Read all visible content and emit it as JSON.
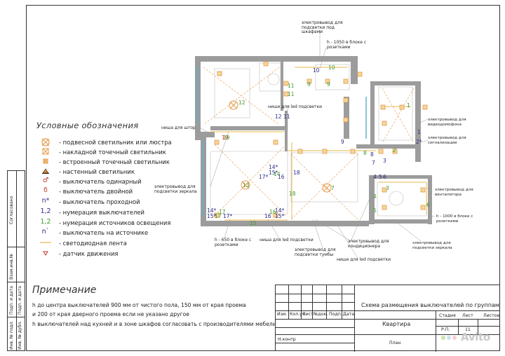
{
  "sidebar": {
    "agreed": "Согласовано",
    "cols": [
      "Инв. № подл.",
      "Подп. и дата",
      "Взам.инв.№",
      "Инв. № дубл.",
      "Подп. и дата"
    ]
  },
  "legend": {
    "title": "Условные обозначения",
    "items": [
      {
        "symbol": "pendant-icon",
        "text": "- подвесной светильник или люстра"
      },
      {
        "symbol": "surface-spot-icon",
        "text": "- накладной точечный светильник"
      },
      {
        "symbol": "recessed-spot-icon",
        "text": "- встроенный точечный светильник"
      },
      {
        "symbol": "wall-light-icon",
        "text": "- настенный светильник"
      },
      {
        "symbol": "single-switch-icon",
        "text": "- выключатель одинарный"
      },
      {
        "symbol": "double-switch-icon",
        "text": "- выключатель двойной"
      },
      {
        "symbol": "pass-switch-icon",
        "glyph": "n*",
        "text": "- выключатель проходной"
      },
      {
        "symbol": "switch-numbering",
        "glyph": "1,2",
        "color": "#2c2c8a",
        "text": "- нумерация выключателей"
      },
      {
        "symbol": "source-numbering",
        "glyph": "1,2",
        "color": "#3c9a2a",
        "text": "- нумерация источников освещения"
      },
      {
        "symbol": "source-switch-icon",
        "glyph": "n`",
        "text": "- выключатель на источнике"
      },
      {
        "symbol": "led-strip-icon",
        "text": "- светодиодная лента"
      },
      {
        "symbol": "motion-sensor-icon",
        "text": "- датчик движения"
      }
    ]
  },
  "notes": {
    "title": "Примечание",
    "lines": [
      "h до центра выключателей 900 мм от чистого пола, 150 мм от края проема",
      "и 200 от края дверного проема если не указано другое",
      "h выключателей над кухней и в зоне шкафов согласовать с производителями мебели"
    ]
  },
  "plan": {
    "annotations": [
      "электровывод для подсветки под шкафами",
      "h - 1050 в блоке с розетками",
      "ниши для led подсветки",
      "ниша для штор",
      "электровывод для видеодомофона",
      "электровывод для сигнализации",
      "электровывод для подсветки зеркала",
      "электровывод для вентилятора",
      "h - 1000 в блоке с розетками",
      "h - 650 в блоке с розетками",
      "ниша для led подсветки",
      "электровывод для кондиционера",
      "электровывод для подсветки зеркала",
      "электровывод для подсветки тумбы",
      "ниши для led подсветки"
    ],
    "switch_numbers": [
      "10",
      "12",
      "11",
      "9",
      "8",
      "7",
      "14*",
      "15*",
      "16",
      "17*",
      "18",
      "3",
      "4",
      "5",
      "6",
      "2*",
      "1",
      "14*",
      "15*",
      "17",
      "17*",
      "16",
      "14*",
      "15*",
      "19"
    ],
    "source_numbers": [
      "10",
      "11",
      "11",
      "9",
      "9",
      "12",
      "8",
      "7",
      "13",
      "15",
      "16",
      "17",
      "18",
      "19",
      "14",
      "4",
      "5",
      "6",
      "3",
      "2",
      "1"
    ],
    "colors": {
      "switch": "#2c2c8a",
      "source": "#3c9a2a",
      "wall": "#8a8a8a",
      "led": "#e8b84a",
      "guide": "#e49a4a",
      "window": "#5fb3c8"
    }
  },
  "title_block": {
    "headers": [
      "Изм.",
      "Кол.уч",
      "Лист",
      "№док.",
      "Подп.",
      "Дата"
    ],
    "description": "Схема размещения выключателей по группам",
    "object": "Квартира",
    "sheet_name": "План",
    "controller": "Н.контр",
    "stage_label": "Стадия",
    "sheet_label": "Лист",
    "sheets_label": "Листов",
    "stage_value": "Р.П.",
    "sheet_value": "11"
  },
  "watermark": "Avito"
}
